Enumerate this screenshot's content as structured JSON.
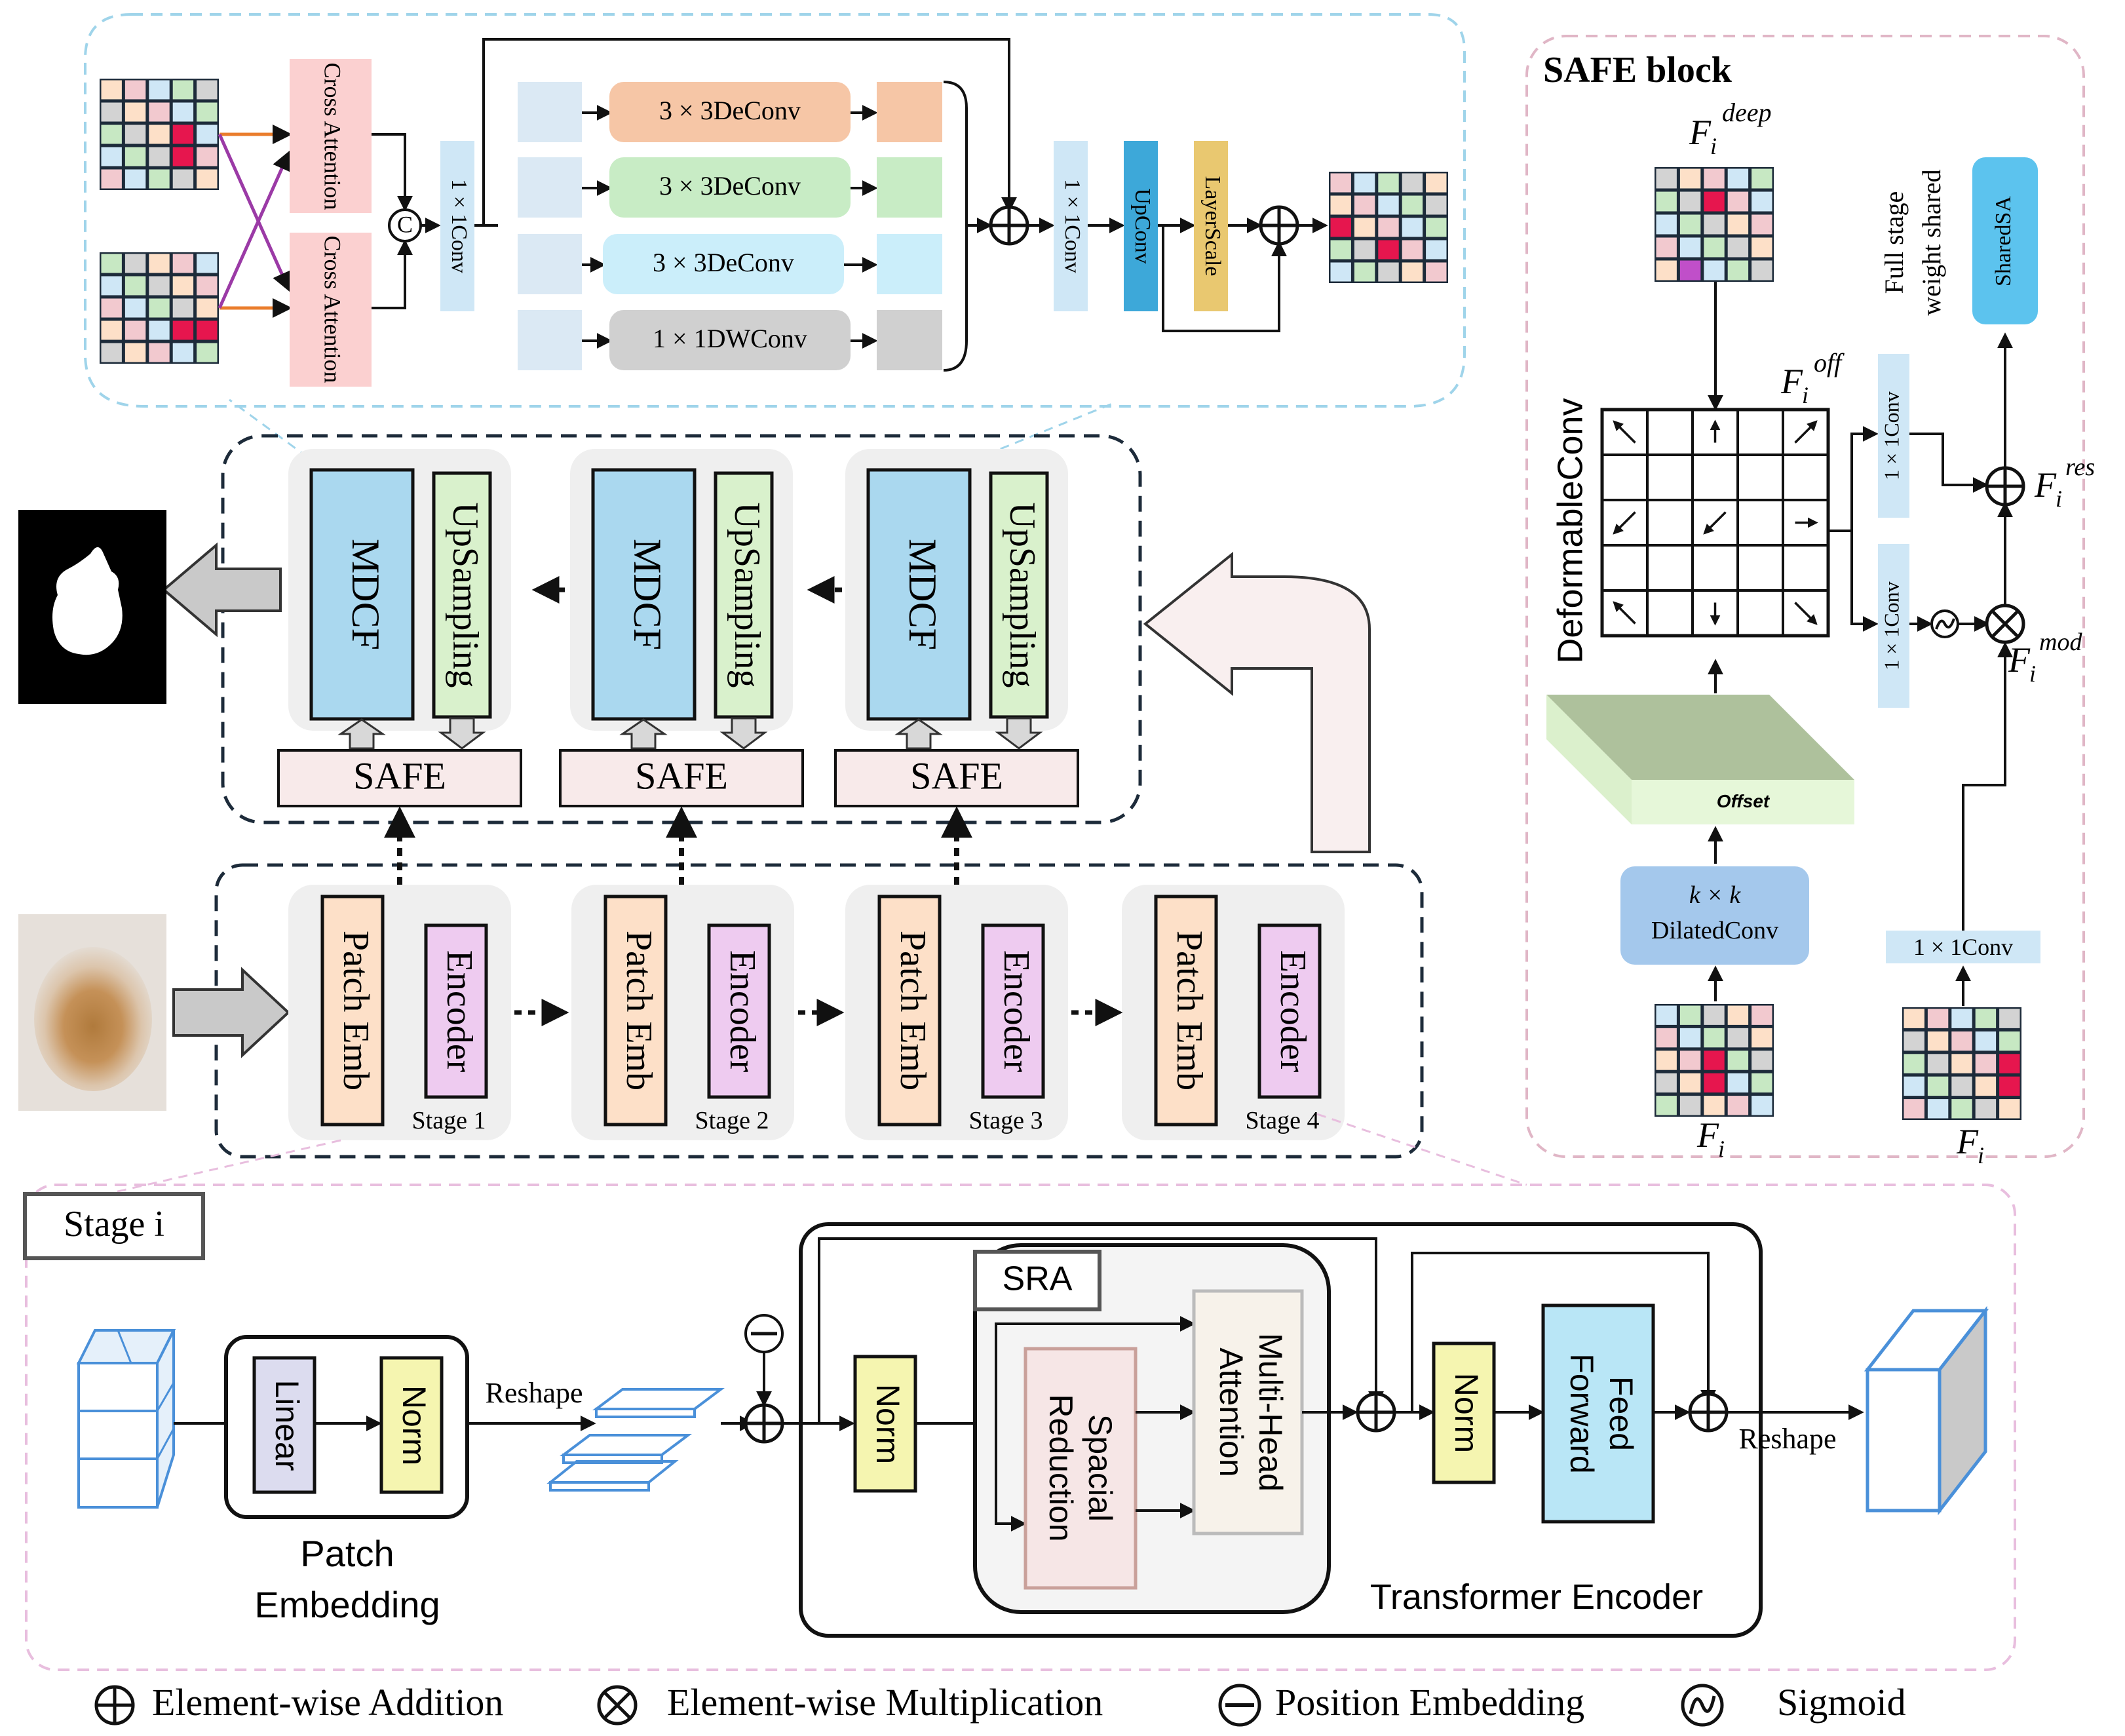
{
  "colors": {
    "light_blue": "#cfe7f6",
    "mdcf_blue": "#aad8ef",
    "upsampling_green": "#d9f1cc",
    "patch_orange": "#fde0c8",
    "encoder_pink": "#eecbf0",
    "safe_pink": "#f8eaea",
    "orange_conv": "#f6c6a6",
    "green_conv": "#c8ecc5",
    "cyan_conv": "#cbeefa",
    "gray_conv": "#d0d0d0",
    "cross_attn": "#fbd0d0",
    "upconv": "#3da8d9",
    "layerscale": "#e9c870",
    "sharedsa": "#5cc3ee",
    "norm_yellow": "#f5f5b0",
    "linear_lavender": "#dcdcef",
    "feed_forward": "#b9e6f6",
    "spacial_red": "#f6e6e6",
    "mha_beige": "#f7f2ea",
    "accent_red": "#e6164e",
    "dashed_blue": "#9fd4ea",
    "dashed_pink": "#e8bede"
  },
  "top": {
    "cross_attention_1": "Cross Attention",
    "cross_attention_2": "Cross Attention",
    "concat": "C",
    "conv1x1": "1 × 1Conv",
    "deconv_a": "3 × 3DeConv",
    "deconv_b": "3 × 3DeConv",
    "deconv_c": "3 × 3DeConv",
    "dwconv": "1 × 1DWConv",
    "conv1x1_b": "1 × 1Conv",
    "upconv": "UpConv",
    "layerscale": "LayerScale"
  },
  "decoder": {
    "mdcf": "MDCF",
    "upsampling": "UpSampling",
    "safe": "SAFE"
  },
  "encoder": {
    "patch_emb": "Patch Emb",
    "encoder": "Encoder",
    "stage1": "Stage 1",
    "stage2": "Stage 2",
    "stage3": "Stage 3",
    "stage4": "Stage 4"
  },
  "safe_block": {
    "title": "SAFE block",
    "f_deep": "F",
    "f_deep_sub": "i",
    "f_deep_sup": "deep",
    "f_off": "F",
    "f_off_sub": "i",
    "f_off_sup": "off",
    "f_res": "F",
    "f_res_sub": "i",
    "f_res_sup": "res",
    "f_mod": "F",
    "f_mod_sub": "i",
    "f_mod_sup": "mod",
    "deformable": "DeformableConv",
    "offset": "Offset",
    "dilated_line1": "k × k",
    "dilated_line2": "DilatedConv",
    "conv_top": "1 × 1Conv",
    "conv_mid": "1 × 1Conv",
    "conv_bottom": "1 × 1Conv",
    "full_stage_1": "Full stage",
    "full_stage_2": "weight shared",
    "sharedsa": "SharedSA",
    "fi_left": "F",
    "fi_left_sub": "i",
    "fi_right": "F",
    "fi_right_sub": "i"
  },
  "stage_detail": {
    "title": "Stage i",
    "linear": "Linear",
    "norm": "Norm",
    "reshape": "Reshape",
    "patch_embedding_1": "Patch",
    "patch_embedding_2": "Embedding",
    "sra": "SRA",
    "norm2": "Norm",
    "spacial_1": "Spacial",
    "spacial_2": "Reduction",
    "mha_1": "Multi-Head",
    "mha_2": "Attention",
    "norm3": "Norm",
    "ff_1": "Feed",
    "ff_2": "Forward",
    "reshape2": "Reshape",
    "transformer_encoder": "Transformer Encoder"
  },
  "legend": {
    "add": "Element-wise Addition",
    "mul": "Element-wise Multiplication",
    "pos": "Position Embedding",
    "sigmoid": "Sigmoid"
  }
}
